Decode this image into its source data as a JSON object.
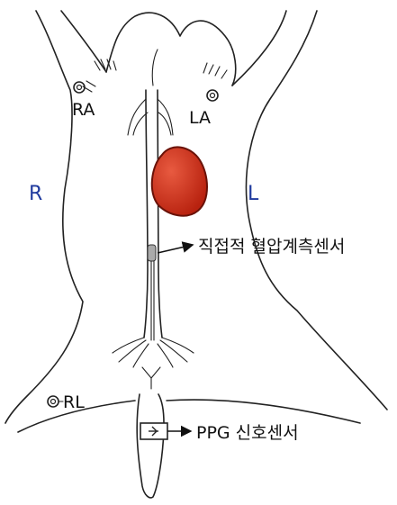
{
  "labels": {
    "ra": "RA",
    "la": "LA",
    "rl": "RL",
    "side_right": "R",
    "side_left": "L",
    "bp_sensor": "직접적 혈압계측센서",
    "ppg_sensor": "PPG 신호센서"
  },
  "colors": {
    "heart_fill": "#d0301f",
    "heart_stroke": "#6a1208",
    "side_label": "#1f3a9e",
    "line": "#222222"
  }
}
